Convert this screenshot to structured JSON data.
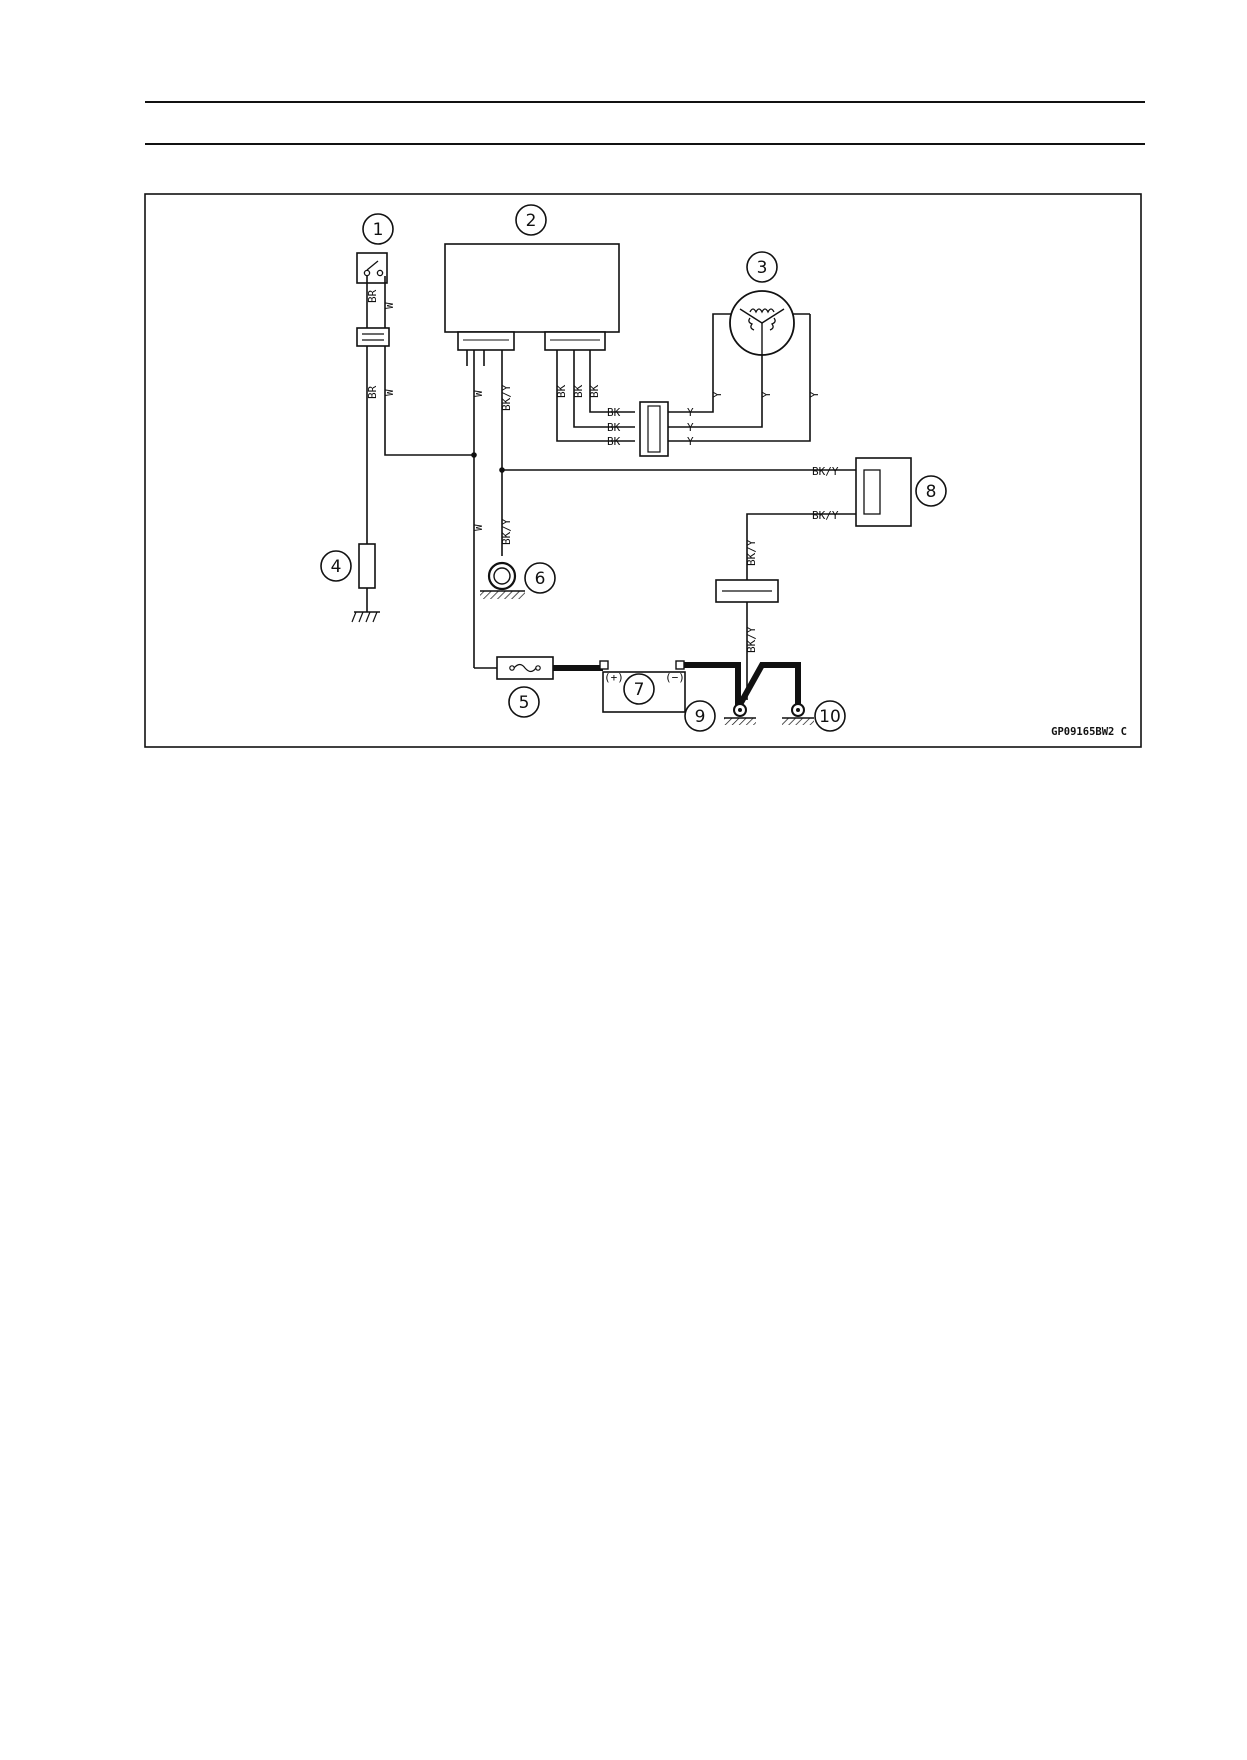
{
  "diagram": {
    "callouts": [
      "1",
      "2",
      "3",
      "4",
      "5",
      "6",
      "7",
      "8",
      "9",
      "10"
    ],
    "wire_colors": {
      "br": "BR",
      "w": "W",
      "bk": "BK",
      "bky": "BK/Y",
      "y": "Y"
    },
    "battery_terminals": {
      "positive": "(+)",
      "negative": "(−)"
    },
    "code": "GP09165BW2 C"
  }
}
